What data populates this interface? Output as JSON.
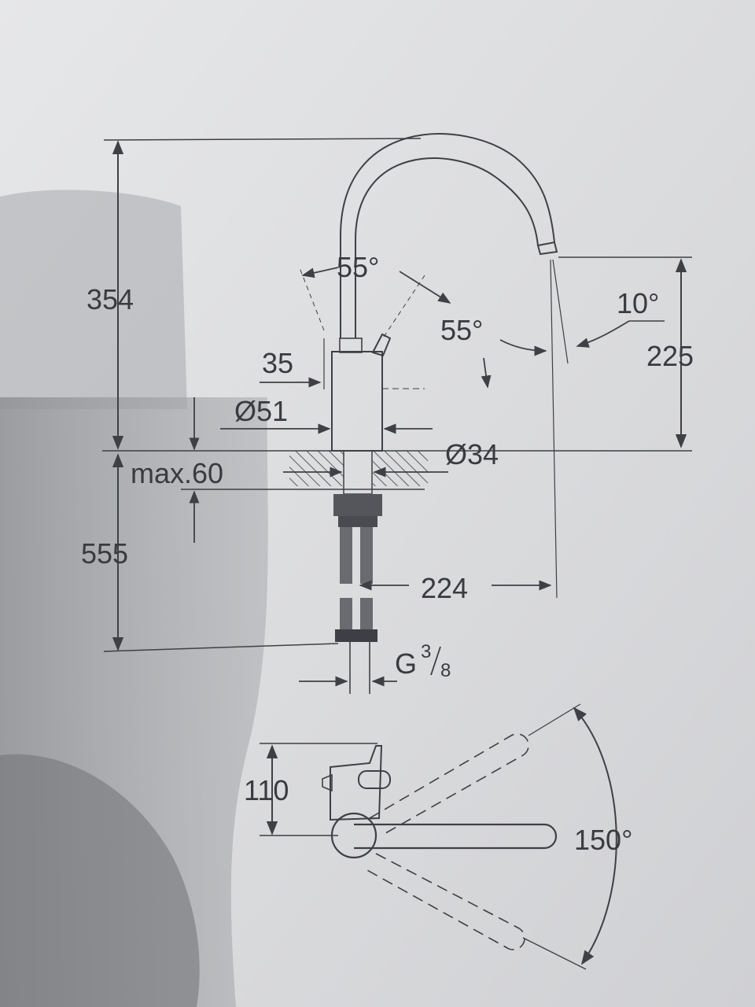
{
  "dimensions": {
    "total_height": "354",
    "spout_angle_top": "55°",
    "handle_angle_side": "55°",
    "spout_tilt": "10°",
    "spout_height": "225",
    "lever_width": "35",
    "body_diameter": "Ø51",
    "shank_diameter": "Ø34",
    "max_deck": "max.60",
    "hose_length": "555",
    "reach": "224",
    "thread_main": "G",
    "thread_num": "3",
    "thread_den": "8",
    "handle_depth": "110",
    "swivel_angle": "150°"
  },
  "colors": {
    "paper": "#d8d9db",
    "ink": "#3f4045",
    "shadow": "#9a9ca0"
  }
}
